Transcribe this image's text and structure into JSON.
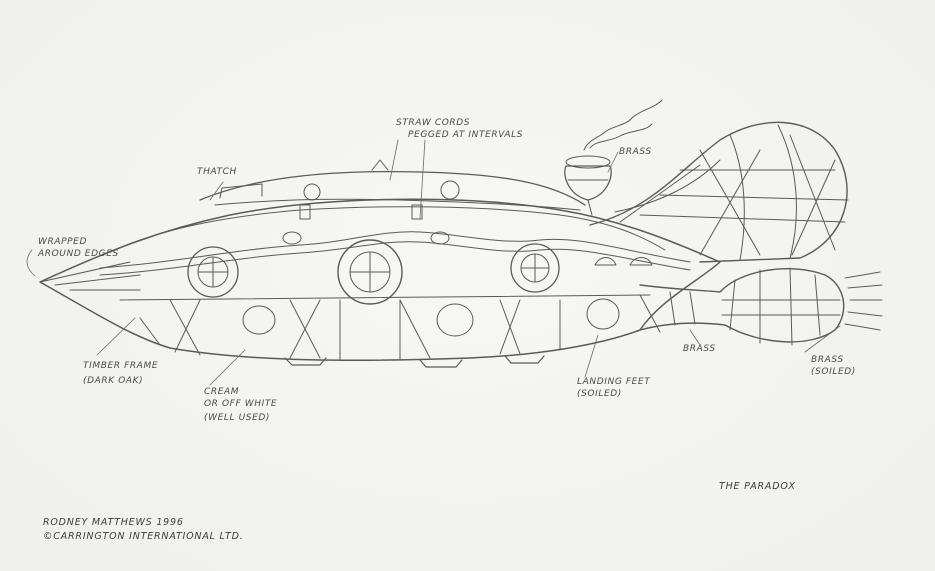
{
  "drawing": {
    "title": "THE PARADOX",
    "credit_line1": "RODNEY MATTHEWS 1996",
    "credit_line2": "©CARRINGTON INTERNATIONAL LTD."
  },
  "annotations": {
    "wrapped": [
      "WRAPPED",
      "AROUND EDGES"
    ],
    "thatch": "THATCH",
    "straw": [
      "STRAW CORDS",
      "PEGGED AT INTERVALS"
    ],
    "brass_top": "BRASS",
    "timber": [
      "TIMBER FRAME",
      "(DARK OAK)"
    ],
    "cream": [
      "CREAM",
      "OR OFF WHITE",
      "(WELL USED)"
    ],
    "landing": [
      "LANDING FEET",
      "(SOILED)"
    ],
    "brass_mid": "BRASS",
    "brass_soiled": [
      "BRASS",
      "(SOILED)"
    ]
  }
}
